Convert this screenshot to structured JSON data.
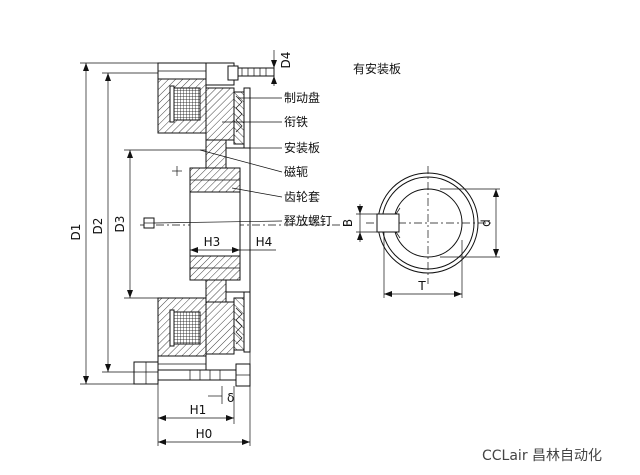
{
  "title": "有安装板",
  "parts": {
    "brake_disc": "制动盘",
    "armature": "衔铁",
    "mounting_plate": "安装板",
    "magnetic_yoke": "磁轭",
    "gear_sleeve": "齿轮套",
    "release_screw": "释放螺钉"
  },
  "dims": {
    "d1": "D1",
    "d2": "D2",
    "d3": "D3",
    "d4": "D4",
    "h0": "H0",
    "h1": "H1",
    "h3": "H3",
    "h4": "H4",
    "delta": "δ",
    "b": "B",
    "t": "T",
    "d": "d"
  },
  "watermark": "CCLair 昌林自动化"
}
